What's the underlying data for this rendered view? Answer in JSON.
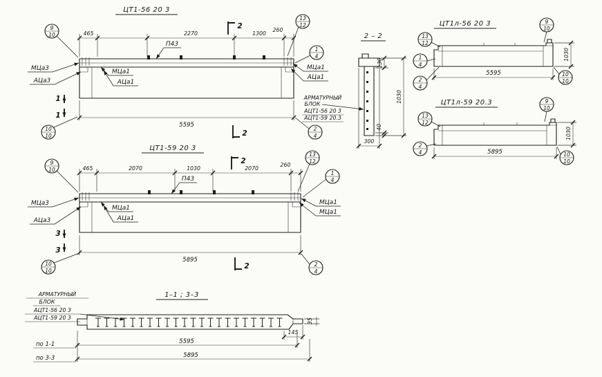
{
  "sheet": {
    "bg": "#fbfbf8",
    "ink": "#1c1c1c"
  },
  "d1": {
    "title": "ЦТ1-56 20 3",
    "dim_a": "465",
    "dim_b": "2270",
    "dim_c": "1300",
    "dim_d": "260",
    "deck_label": "П43",
    "mark_l1": "МЦа3",
    "mark_l2": "АЦа3",
    "mark_m1": "МЦа1",
    "mark_m2": "АЦа1",
    "mark_r1": "МЦа1",
    "mark_r2": "АЦа1",
    "dim_len": "5595",
    "sec_top": "2",
    "sec_bot": "2",
    "sec_left_a": "1",
    "sec_left_b": "1",
    "co_tl": {
      "t": "9",
      "b": "10"
    },
    "co_tr": {
      "t": "13",
      "b": "12"
    },
    "co_r": {
      "t": "1",
      "b": "4"
    },
    "co_bl": {
      "t": "10",
      "b": "10"
    },
    "co_br": {
      "t": "2",
      "b": "4"
    }
  },
  "s22": {
    "title": "2 – 2",
    "dim_top": "130",
    "dim_all": "1030",
    "dim_bot": "40",
    "dim_w": "300",
    "note1": "АРМАТУРНЫЙ",
    "note2": "БЛОК",
    "note3": "АЦТ1-56 20 3",
    "note4": "АЦТ1-59 20.3"
  },
  "d2": {
    "title": "ЦТ1-59 20 3",
    "dim_a": "465",
    "dim_b": "2070",
    "dim_c": "1030",
    "dim_d": "2070",
    "dim_e": "260",
    "deck_label": "П43",
    "mark_l1": "МЦа3",
    "mark_l2": "АЦа3",
    "mark_m1": "МЦа1",
    "mark_m2": "АЦа1",
    "mark_r1": "МЦа1",
    "mark_r2": "МЦа1",
    "dim_len": "5895",
    "sec_top": "2",
    "sec_bot": "2",
    "sec_left_a": "3",
    "sec_left_b": "3",
    "co_tl": {
      "t": "9",
      "b": "10"
    },
    "co_tr": {
      "t": "13",
      "b": "12"
    },
    "co_r": {
      "t": "1",
      "b": "4"
    },
    "co_bl": {
      "t": "10",
      "b": "10"
    },
    "co_br": {
      "t": "2",
      "b": "4"
    }
  },
  "r1": {
    "title": "ЦТ1л-56 20 3",
    "dim_len": "5595",
    "dim_h": "1030",
    "co_l1": {
      "t": "13",
      "b": "12"
    },
    "co_l2": {
      "t": "1",
      "b": "4"
    },
    "co_l3": {
      "t": "2",
      "b": "4"
    },
    "co_tr": {
      "t": "9",
      "b": "10"
    },
    "co_br": {
      "t": "10",
      "b": "10"
    }
  },
  "r2": {
    "title": "ЦТ1л-59 20.3",
    "dim_len": "5895",
    "dim_h": "1030",
    "co_l1": {
      "t": "13",
      "b": "12"
    },
    "co_l2": {
      "t": "2",
      "b": "4"
    },
    "co_tr": {
      "t": "9",
      "b": "10"
    },
    "co_br": {
      "t": "10",
      "b": "10"
    }
  },
  "s13": {
    "title": "1–1 ; 3–3",
    "note1": "АРМАТУРНЫЙ",
    "note2": "БЛОК",
    "note3": "АЦТ1-56 20 3",
    "note4": "АЦТ1-59 20 3",
    "dim_end": "145",
    "dim_t": "35",
    "row1_label": "по 1-1",
    "row1_dim": "5595",
    "row2_label": "по 3-3",
    "row2_dim": "5895"
  }
}
